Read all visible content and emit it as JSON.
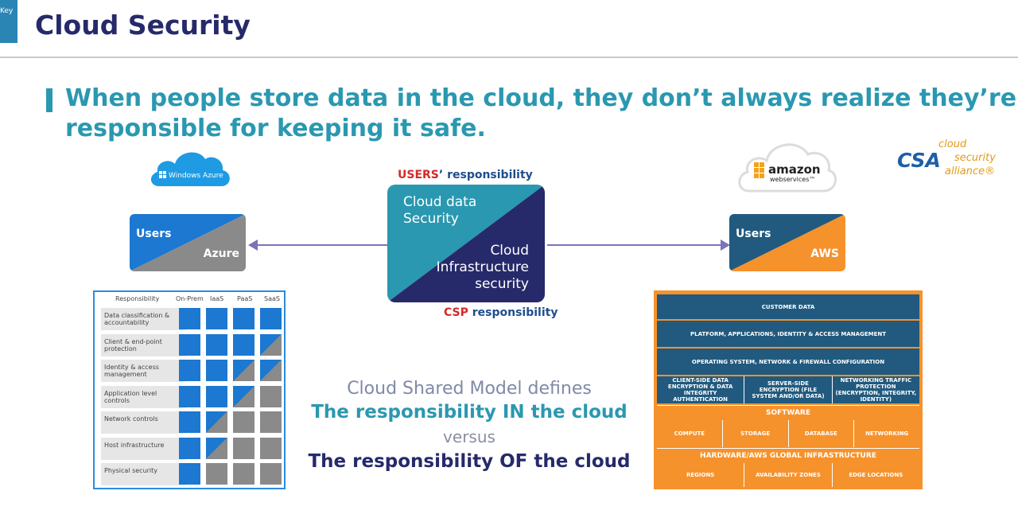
{
  "corner_label": "Key",
  "title": "Cloud Security",
  "headline": {
    "line1": "When people store data in the cloud, they don’t always realize they’re",
    "line2": "responsible for keeping it safe."
  },
  "azure_logo_text": "Windows Azure",
  "aws_logo": {
    "line1": "amazon",
    "line2": "webservices™"
  },
  "csa_logo": {
    "mark": "CSA",
    "line1": "cloud",
    "line2": "security",
    "line3": "alliance®"
  },
  "azure_box": {
    "users": "Users",
    "provider": "Azure"
  },
  "aws_box": {
    "users": "Users",
    "provider": "AWS"
  },
  "center": {
    "users_resp_prefix": "USERS",
    "users_resp_suffix": "’ responsibility",
    "top_line1": "Cloud data",
    "top_line2": "Security",
    "bottom_line1": "Cloud",
    "bottom_line2": "Infrastructure",
    "bottom_line3": "security",
    "csp_resp_prefix": "CSP",
    "csp_resp_suffix": " responsibility"
  },
  "middle_text": {
    "line1": "Cloud Shared Model defines",
    "line2": "The responsibility IN the cloud",
    "line3": "versus",
    "line4": "The responsibility OF the cloud"
  },
  "resp_table": {
    "headers": [
      "Responsibility",
      "On-Prem",
      "IaaS",
      "PaaS",
      "SaaS"
    ],
    "rows": [
      {
        "label": "Data classification & accountability",
        "cells": [
          "user",
          "user",
          "user",
          "user"
        ]
      },
      {
        "label": "Client & end-point protection",
        "cells": [
          "user",
          "user",
          "user",
          "shared"
        ]
      },
      {
        "label": "Identity & access management",
        "cells": [
          "user",
          "user",
          "shared",
          "shared"
        ]
      },
      {
        "label": "Application level controls",
        "cells": [
          "user",
          "user",
          "shared",
          "csp"
        ]
      },
      {
        "label": "Network controls",
        "cells": [
          "user",
          "shared",
          "csp",
          "csp"
        ]
      },
      {
        "label": "Host infrastructure",
        "cells": [
          "user",
          "shared",
          "csp",
          "csp"
        ]
      },
      {
        "label": "Physical security",
        "cells": [
          "user",
          "csp",
          "csp",
          "csp"
        ]
      }
    ]
  },
  "aws_stack": {
    "customer_data": "CUSTOMER DATA",
    "platform": "PLATFORM, APPLICATIONS, IDENTITY & ACCESS MANAGEMENT",
    "os": "OPERATING SYSTEM, NETWORK & FIREWALL CONFIGURATION",
    "encryption": [
      "CLIENT-SIDE DATA ENCRYPTION & DATA INTEGRITY AUTHENTICATION",
      "SERVER-SIDE ENCRYPTION (FILE SYSTEM AND/OR DATA)",
      "NETWORKING TRAFFIC PROTECTION (ENCRYPTION, INTEGRITY, IDENTITY)"
    ],
    "software": "SOFTWARE",
    "software_items": [
      "COMPUTE",
      "STORAGE",
      "DATABASE",
      "NETWORKING"
    ],
    "hardware": "HARDWARE/AWS GLOBAL INFRASTRUCTURE",
    "hardware_items": [
      "REGIONS",
      "AVAILABILITY ZONES",
      "EDGE LOCATIONS"
    ]
  },
  "colors": {
    "title": "#262a6a",
    "headline": "#2a98b0",
    "azure_blue": "#1c78d0",
    "csp_gray": "#8a8a8a",
    "aws_navy": "#215a7e",
    "aws_orange": "#f6922b",
    "center_teal": "#2a98b0",
    "center_navy": "#262a6a",
    "red": "#d62828"
  }
}
